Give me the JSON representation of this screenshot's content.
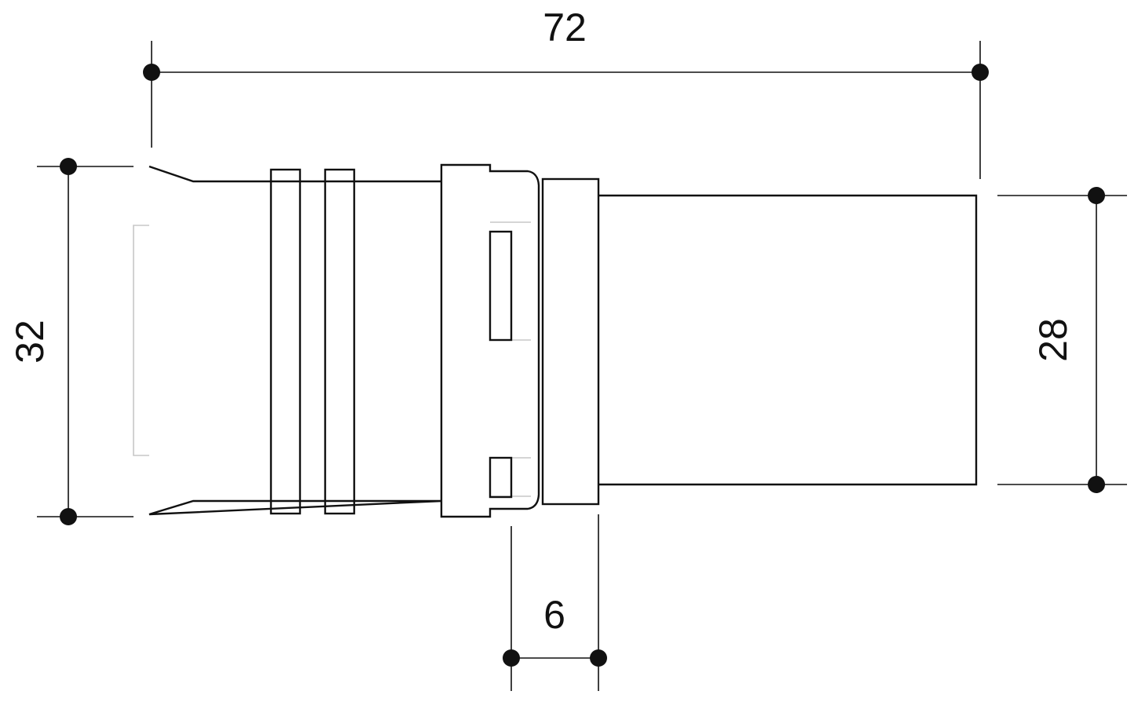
{
  "drawing": {
    "dimensions": {
      "overall_length": "72",
      "left_diameter": "32",
      "right_diameter": "28",
      "ring_width": "6"
    }
  }
}
